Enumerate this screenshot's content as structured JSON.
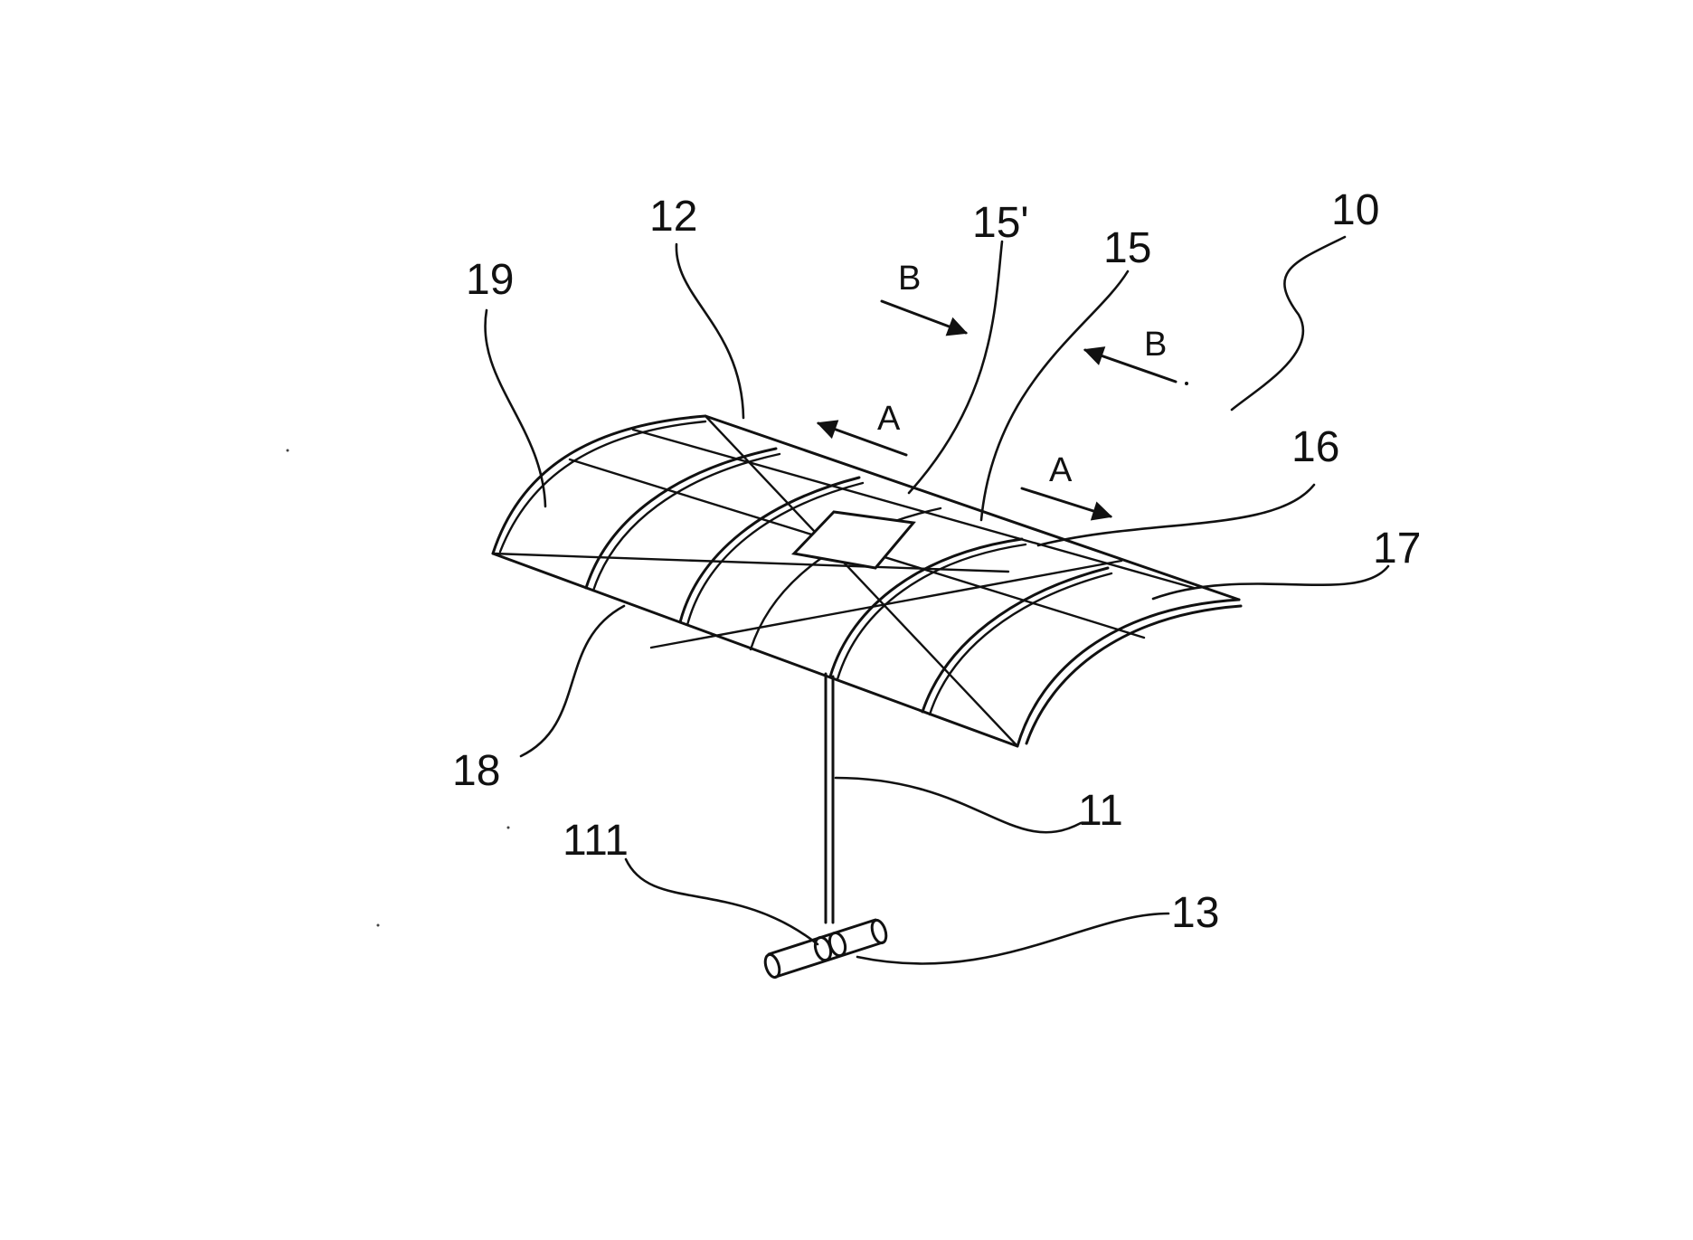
{
  "figure": {
    "reference_labels": {
      "label_10": "10",
      "label_11": "11",
      "label_12": "12",
      "label_13": "13",
      "label_15": "15",
      "label_15p": "15'",
      "label_16": "16",
      "label_17": "17",
      "label_18": "18",
      "label_19": "19",
      "label_111": "111"
    },
    "direction_labels": {
      "arrow_a_left": "A",
      "arrow_a_right": "A",
      "arrow_b_left": "B",
      "arrow_b_right": "B"
    },
    "colors": {
      "ink": "#111111",
      "background": "#ffffff"
    }
  }
}
